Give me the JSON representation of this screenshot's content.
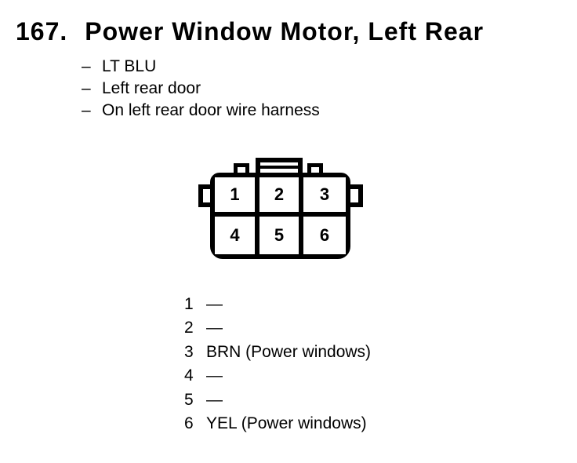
{
  "header": {
    "number": "167.",
    "title": "Power Window Motor, Left Rear"
  },
  "notes": {
    "dash": "–",
    "items": [
      "LT BLU",
      "Left rear door",
      "On left rear door wire harness"
    ]
  },
  "connector": {
    "cavities": [
      "1",
      "2",
      "3",
      "4",
      "5",
      "6"
    ]
  },
  "pins": {
    "rows": [
      {
        "num": "1",
        "desc": "—"
      },
      {
        "num": "2",
        "desc": "—"
      },
      {
        "num": "3",
        "desc": "BRN (Power windows)"
      },
      {
        "num": "4",
        "desc": "—"
      },
      {
        "num": "5",
        "desc": "—"
      },
      {
        "num": "6",
        "desc": "YEL (Power windows)"
      }
    ]
  },
  "colors": {
    "ink": "#000000",
    "paper": "#ffffff"
  }
}
